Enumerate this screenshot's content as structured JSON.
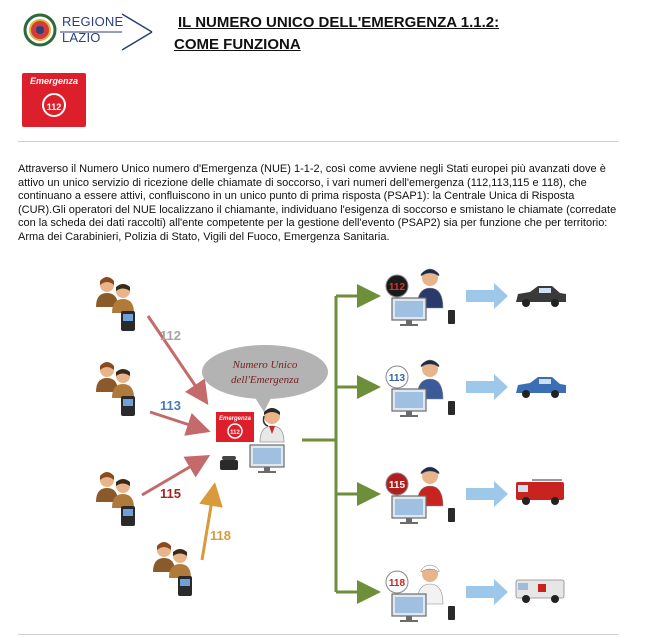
{
  "header": {
    "logo_lines": [
      "REGIONE",
      "LAZIO"
    ],
    "title_line1": "IL NUMERO UNICO DELL'EMERGENZA 1.1.2:",
    "title_line2": "COME FUNZIONA"
  },
  "badge": {
    "label": "Emergenza",
    "number": "112"
  },
  "intro_text": "Attraverso il Numero Unico numero d'Emergenza (NUE) 1-1-2, così come avviene negli Stati europei più avanzati dove è attivo un unico servizio di ricezione delle chiamate di soccorso, i vari numeri dell'emergenza (112,113,115 e 118), che continuano a essere attivi, confluiscono in un unico punto di prima risposta (PSAP1): la Centrale Unica di Risposta (CUR).Gli operatori del NUE localizzano il chiamante, individuano l'esigenza di soccorso e smistano le chiamate (corredate con la scheda dei dati raccolti) all'ente competente per la gestione dell'evento (PSAP2) sia per funzione che per territorio: Arma dei Carabinieri, Polizia di Stato, Vigili del Fuoco, Emergenza Sanitaria.",
  "diagram": {
    "bubble_line1": "Numero Unico",
    "bubble_line2": "dell'Emergenza",
    "center_badge_label": "Emergenza",
    "center_badge_number": "112",
    "callers": [
      {
        "number": "112",
        "color": "#a5a5a5"
      },
      {
        "number": "113",
        "color": "#4a7ab8"
      },
      {
        "number": "115",
        "color": "#a32424"
      },
      {
        "number": "118",
        "color": "#d89a3c"
      }
    ],
    "agencies": [
      {
        "emblem": "112",
        "emblem_bg": "#1a1a1a",
        "emblem_fg": "#e23030",
        "vehicle": "car-icon",
        "vehicle_color": "#3a3a3a"
      },
      {
        "emblem": "113",
        "emblem_bg": "#ffffff",
        "emblem_fg": "#3462a8",
        "vehicle": "police-car-icon",
        "vehicle_color": "#3a6fb5"
      },
      {
        "emblem": "115",
        "emblem_bg": "#b01e1e",
        "emblem_fg": "#ffffff",
        "vehicle": "fire-truck-icon",
        "vehicle_color": "#c8231f"
      },
      {
        "emblem": "118",
        "emblem_bg": "#ffffff",
        "emblem_fg": "#c8231f",
        "vehicle": "ambulance-icon",
        "vehicle_color": "#e6e6e6"
      }
    ],
    "colors": {
      "arrow_in": "#c46a6a",
      "arrow_out": "#6e8f3a",
      "arrow_dispatch": "#9ec8ea",
      "bubble": "#b3b3b3",
      "bubble_text": "#7a1d1d"
    }
  }
}
